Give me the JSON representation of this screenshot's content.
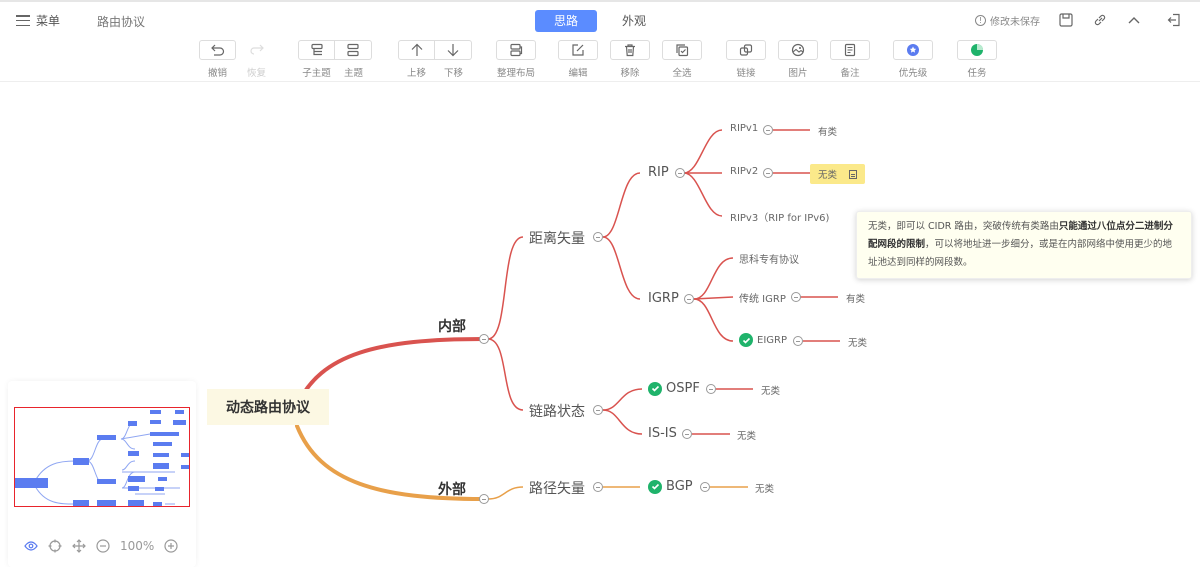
{
  "header": {
    "menu_label": "菜单",
    "doc_title": "路由协议",
    "tabs": [
      {
        "label": "思路",
        "active": true
      },
      {
        "label": "外观",
        "active": false
      }
    ],
    "status_text": "修改未保存",
    "accent_color": "#5b8cff"
  },
  "toolbar": {
    "undo": "撤销",
    "redo": "恢复",
    "child_topic": "子主题",
    "topic": "主题",
    "move_up": "上移",
    "move_down": "下移",
    "arrange_layout": "整理布局",
    "edit": "编辑",
    "remove": "移除",
    "select_all": "全选",
    "link": "链接",
    "image": "图片",
    "note": "备注",
    "priority": "优先级",
    "task": "任务"
  },
  "mindmap": {
    "root": "动态路由协议",
    "internal": {
      "label": "内部",
      "distance_vector": {
        "label": "距离矢量",
        "rip": {
          "label": "RIP",
          "v1": {
            "label": "RIPv1",
            "type": "有类"
          },
          "v2": {
            "label": "RIPv2",
            "type": "无类"
          },
          "v3": {
            "label": "RIPv3（RIP for IPv6)"
          }
        },
        "igrp": {
          "label": "IGRP",
          "cisco": {
            "label": "思科专有协议"
          },
          "classic": {
            "label": "传统 IGRP",
            "type": "有类"
          },
          "eigrp": {
            "label": "EIGRP",
            "type": "无类"
          }
        }
      },
      "link_state": {
        "label": "链路状态",
        "ospf": {
          "label": "OSPF",
          "type": "无类"
        },
        "isis": {
          "label": "IS-IS",
          "type": "无类"
        }
      }
    },
    "external": {
      "label": "外部",
      "path_vector": {
        "label": "路径矢量",
        "bgp": {
          "label": "BGP",
          "type": "无类"
        }
      }
    },
    "branch_colors": {
      "internal": "#d9534f",
      "external": "#e8a04a"
    }
  },
  "note_tooltip": {
    "part1": "无类，即可以 CIDR 路由，突破传统有类路由",
    "bold": "只能通过八位点分二进制分配网段的限制",
    "part2": "，可以将地址进一步细分，或是在内部网络中使用更少的地址池达到同样的网段数。"
  },
  "minimap": {
    "zoom_level": "100%"
  }
}
